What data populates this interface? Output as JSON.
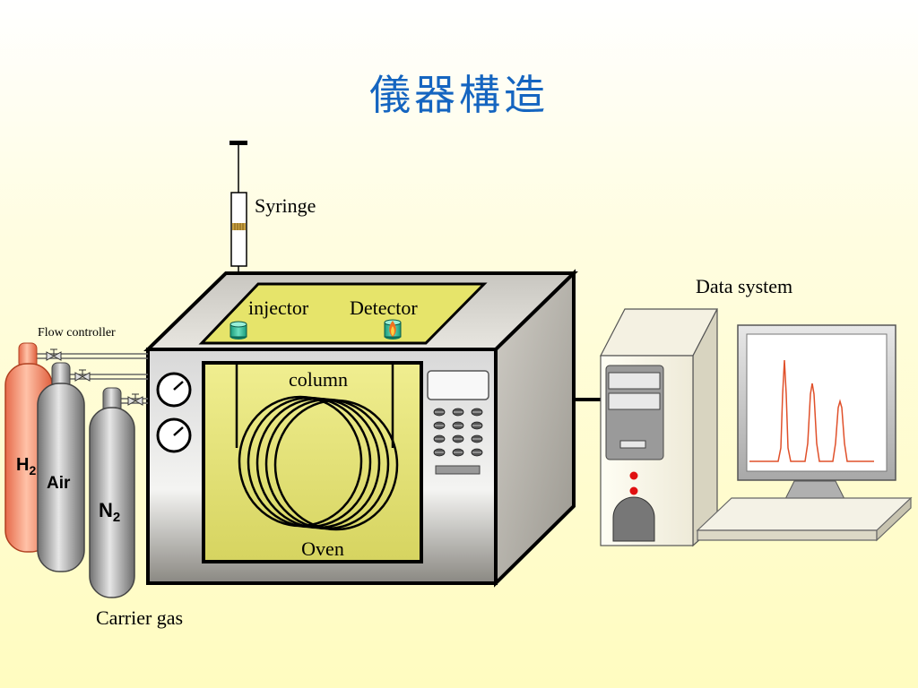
{
  "title": "儀器構造",
  "labels": {
    "syringe": "Syringe",
    "injector": "injector",
    "detector": "Detector",
    "column": "column",
    "oven": "Oven",
    "flow_controller": "Flow controller",
    "carrier_gas": "Carrier gas",
    "data_system": "Data system"
  },
  "gas_cylinders": [
    {
      "label": "H",
      "subscript": "2",
      "color": "#f08a6a"
    },
    {
      "label": "Air",
      "subscript": "",
      "color": "#909090"
    },
    {
      "label": "N",
      "subscript": "2",
      "color": "#909090"
    }
  ],
  "colors": {
    "title": "#1565c0",
    "panel": "#e6e46a",
    "chromatogram": "#e0502a"
  }
}
